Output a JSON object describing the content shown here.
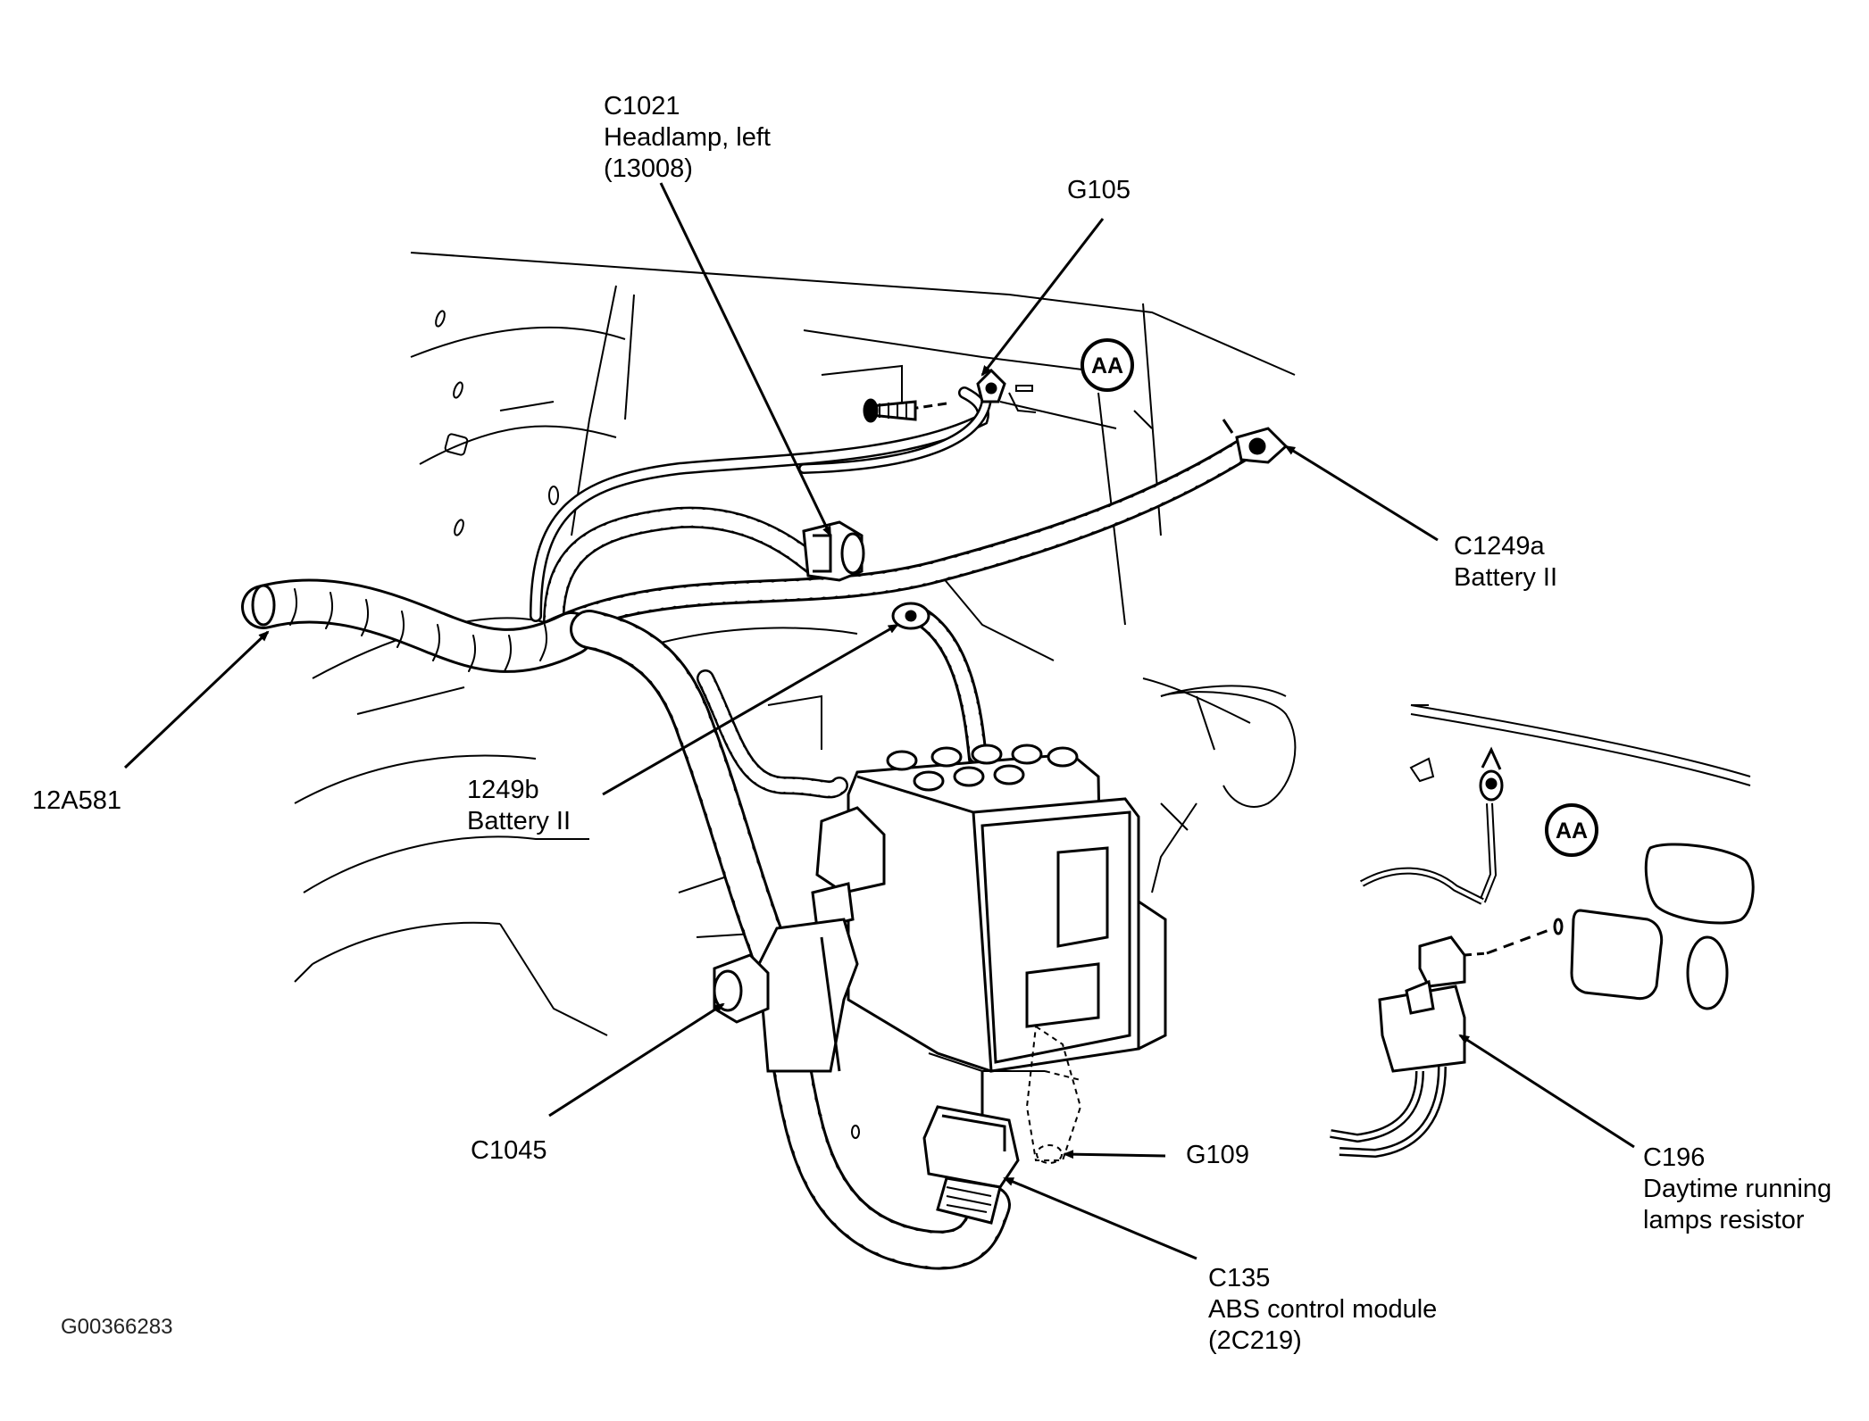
{
  "figure_id": "G00366283",
  "reference_marker": "AA",
  "labels": {
    "c1021": {
      "code": "C1021",
      "line1": "Headlamp, left",
      "line2": "(13008)"
    },
    "g105": {
      "code": "G105"
    },
    "c1249a": {
      "code": "C1249a",
      "line1": "Battery II"
    },
    "harness": {
      "code": "12A581"
    },
    "c1249b": {
      "code": "1249b",
      "line1": "Battery II"
    },
    "c1045": {
      "code": "C1045"
    },
    "g109": {
      "code": "G109"
    },
    "c135": {
      "code": "C135",
      "line1": "ABS control module",
      "line2": "(2C219)"
    },
    "c196": {
      "code": "C196",
      "line1": "Daytime running",
      "line2": "lamps resistor"
    }
  },
  "colors": {
    "ink": "#000000",
    "background": "#ffffff"
  }
}
